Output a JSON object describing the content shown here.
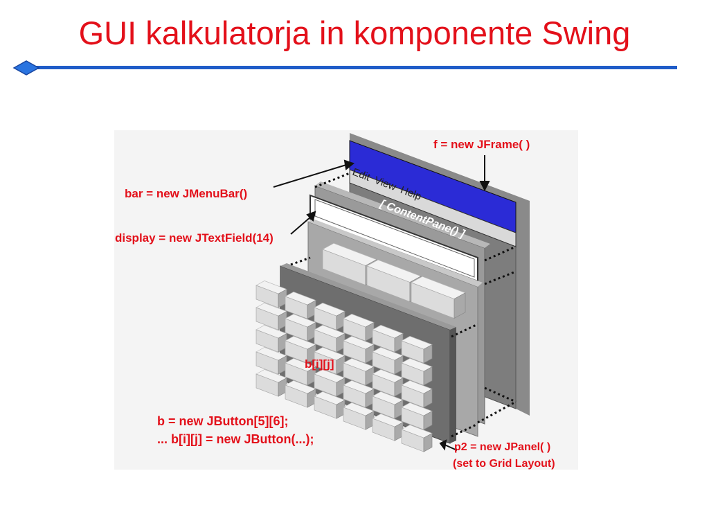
{
  "slide": {
    "title": "GUI kalkulatorja in komponente Swing",
    "accent_color": "#e3101a",
    "rule_color": "#1f5cc8"
  },
  "diagram": {
    "menu_text": {
      "edit": "Edit",
      "view": "View",
      "help": "Help"
    },
    "content_pane_label": "[ ContentPane() ]",
    "labels": {
      "frame": "f = new JFrame( )",
      "menubar": "bar = new JMenuBar()",
      "display": "display = new JTextField(14)",
      "button_cell": "b[i][j]",
      "buttons_line1": "b = new JButton[5][6];",
      "buttons_line2": "... b[i][j] = new JButton(...);",
      "panel_line1": "p2 = new JPanel( )",
      "panel_line2": "(set to Grid Layout)"
    },
    "button_grid": {
      "rows": 5,
      "cols": 6
    },
    "top_button_count": 3
  }
}
